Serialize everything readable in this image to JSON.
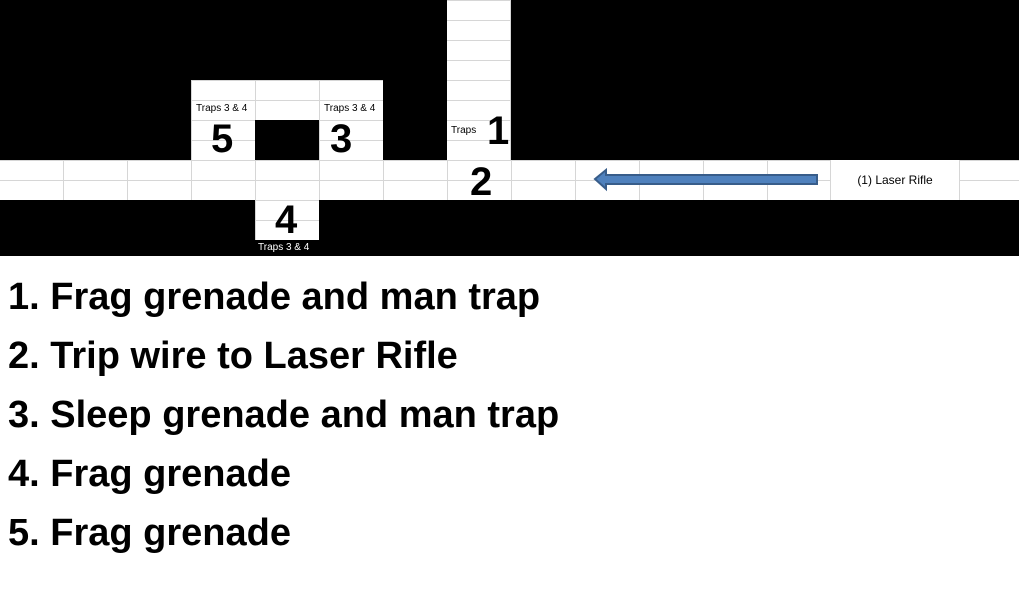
{
  "map": {
    "cell_labels": {
      "trap_5": "Traps 3 & 4",
      "trap_3": "Traps 3 & 4",
      "trap_1": "Traps",
      "trap_4": "Traps 3 & 4",
      "laser": "(1) Laser Rifle"
    },
    "markers": {
      "m1": "1",
      "m2": "2",
      "m3": "3",
      "m4": "4",
      "m5": "5"
    },
    "arrow_color": "#4f81bd"
  },
  "legend": [
    "1. Frag grenade and man trap",
    "2. Trip wire to Laser Rifle",
    "3. Sleep grenade and man trap",
    "4. Frag grenade",
    "5. Frag grenade"
  ]
}
